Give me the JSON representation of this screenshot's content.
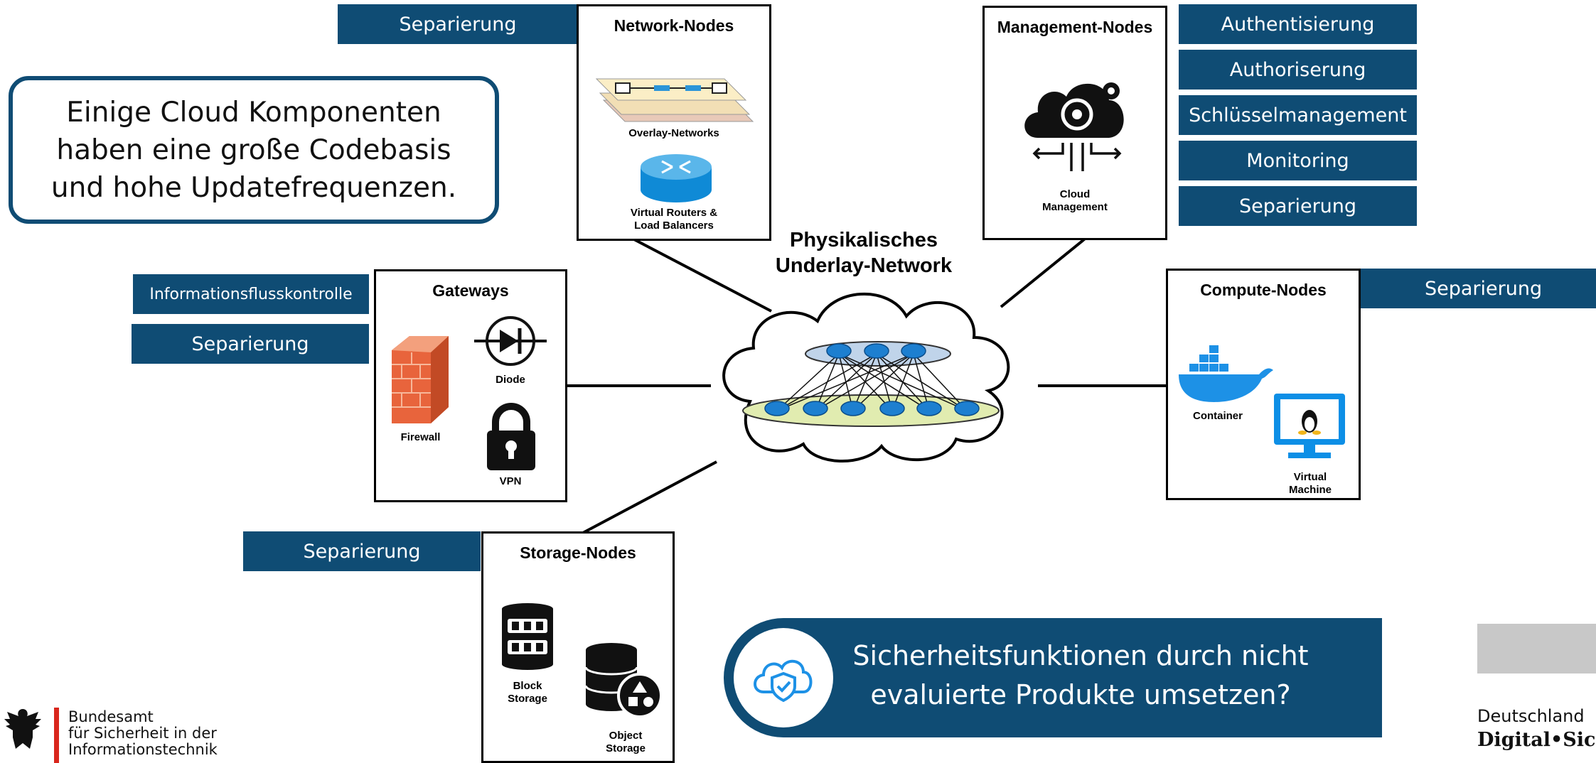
{
  "callout": {
    "line1": "Einige Cloud Komponenten",
    "line2": "haben eine große Codebasis",
    "line3": "und hohe Updatefrequenzen."
  },
  "center": {
    "title_line1": "Physikalisches",
    "title_line2": "Underlay-Network"
  },
  "network_nodes": {
    "title": "Network-Nodes",
    "overlay_label": "Overlay-Networks",
    "router_label_line1": "Virtual Routers &",
    "router_label_line2": "Load Balancers",
    "tags": [
      "Separierung"
    ]
  },
  "management_nodes": {
    "title": "Management-Nodes",
    "cloud_label_line1": "Cloud",
    "cloud_label_line2": "Management",
    "tags": [
      "Authentisierung",
      "Authoriserung",
      "Schlüsselmanagement",
      "Monitoring",
      "Separierung"
    ]
  },
  "gateways": {
    "title": "Gateways",
    "diode_label": "Diode",
    "firewall_label": "Firewall",
    "vpn_label": "VPN",
    "tags": [
      "Informationsflusskontrolle",
      "Separierung"
    ]
  },
  "compute_nodes": {
    "title": "Compute-Nodes",
    "container_label": "Container",
    "vm_label_line1": "Virtual",
    "vm_label_line2": "Machine",
    "tags": [
      "Separierung"
    ]
  },
  "storage_nodes": {
    "title": "Storage-Nodes",
    "block_label_line1": "Block",
    "block_label_line2": "Storage",
    "object_label_line1": "Object",
    "object_label_line2": "Storage",
    "tags": [
      "Separierung"
    ]
  },
  "question": {
    "line1": "Sicherheitsfunktionen durch nicht",
    "line2": "evaluierte Produkte umsetzen?",
    "icon": "cloud-shield-icon"
  },
  "footer": {
    "bsi_line1": "Bundesamt",
    "bsi_line2": "für Sicherheit in der",
    "bsi_line3": "Informationstechnik",
    "campaign_line1": "Deutschland",
    "campaign_line2": "Digital•Sicher"
  },
  "colors": {
    "accent": "#0f4c74",
    "firewall": "#e8643c",
    "docker": "#1d91e6",
    "vm": "#0d8fe6"
  }
}
